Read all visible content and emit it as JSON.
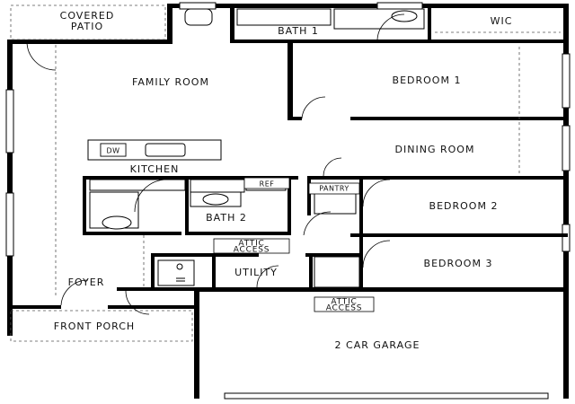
{
  "rooms": {
    "covered_patio_line1": "COVERED",
    "covered_patio_line2": "PATIO",
    "bath1": "BATH 1",
    "wic": "WIC",
    "family_room": "FAMILY ROOM",
    "bedroom1": "BEDROOM 1",
    "dining_room": "DINING ROOM",
    "kitchen": "KITCHEN",
    "ref": "REF",
    "pantry": "PANTRY",
    "bedroom2": "BEDROOM 2",
    "bath2": "BATH 2",
    "attic_access_1_line1": "ATTIC",
    "attic_access_1_line2": "ACCESS",
    "utility": "UTILITY",
    "bedroom3": "BEDROOM 3",
    "foyer": "FOYER",
    "attic_access_2_line1": "ATTIC",
    "attic_access_2_line2": "ACCESS",
    "front_porch": "FRONT PORCH",
    "garage": "2 CAR GARAGE"
  },
  "fixtures": {
    "dishwasher": "DW"
  }
}
